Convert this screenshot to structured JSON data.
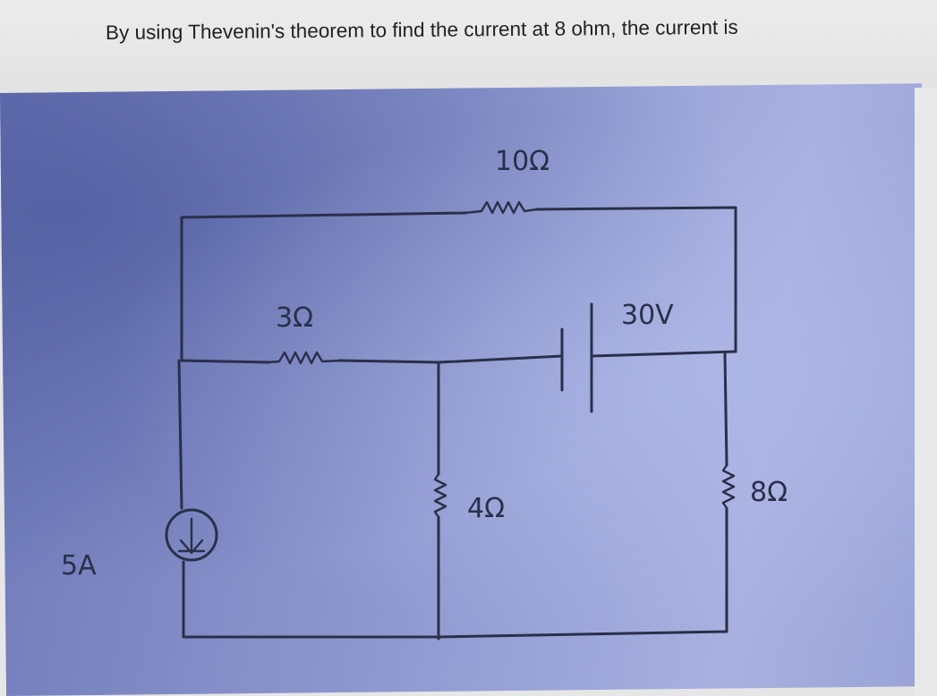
{
  "question": {
    "text": "By using Thevenin's theorem to find the current at 8 ohm, the current is"
  },
  "circuit": {
    "labels": {
      "r_top": "10Ω",
      "r_left": "3Ω",
      "battery": "30V",
      "r_middle": "4Ω",
      "r_right": "8Ω",
      "source": "5A"
    }
  },
  "colors": {
    "ink": "#2a2f4a",
    "paper": "#8e98cf",
    "banner": "#e6e6e6"
  }
}
